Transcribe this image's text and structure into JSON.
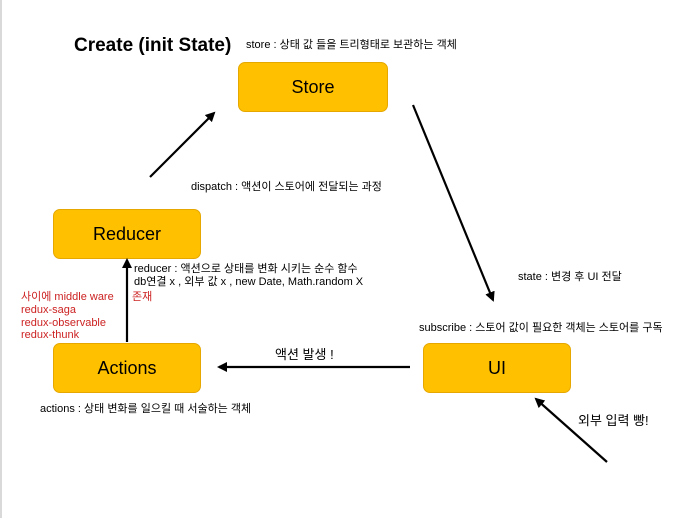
{
  "title": "Create (init State)",
  "nodes": {
    "store": "Store",
    "reducer": "Reducer",
    "actions": "Actions",
    "ui": "UI"
  },
  "notes": {
    "store": "store : 상태 값 들을 트리형태로 보관하는 객체",
    "dispatch": "dispatch : 액션이 스토어에 전달되는 과정",
    "reducer_line1": "reducer : 액션으로  상태를 변화 시키는 순수 함수",
    "reducer_line2": "db연결 x , 외부 값 x , new Date, Math.random X",
    "state": "state : 변경 후 UI 전달",
    "subscribe": "subscribe : 스토어 값이 필요한 객체는 스토어를 구독",
    "actions": "actions : 상태 변화를 일으킬 때 서술하는 객체",
    "action_fire": "액션 발생 !",
    "external_input": "외부 입력 빵!"
  },
  "middleware": {
    "line1": "사이에 middle ware",
    "exists": "존재",
    "items": [
      "redux-saga",
      "redux-observable",
      "redux-thunk"
    ]
  },
  "colors": {
    "box_fill": "#ffc000",
    "box_border": "#e6a800",
    "middleware_text": "#cc2222",
    "arrow": "#000000"
  }
}
